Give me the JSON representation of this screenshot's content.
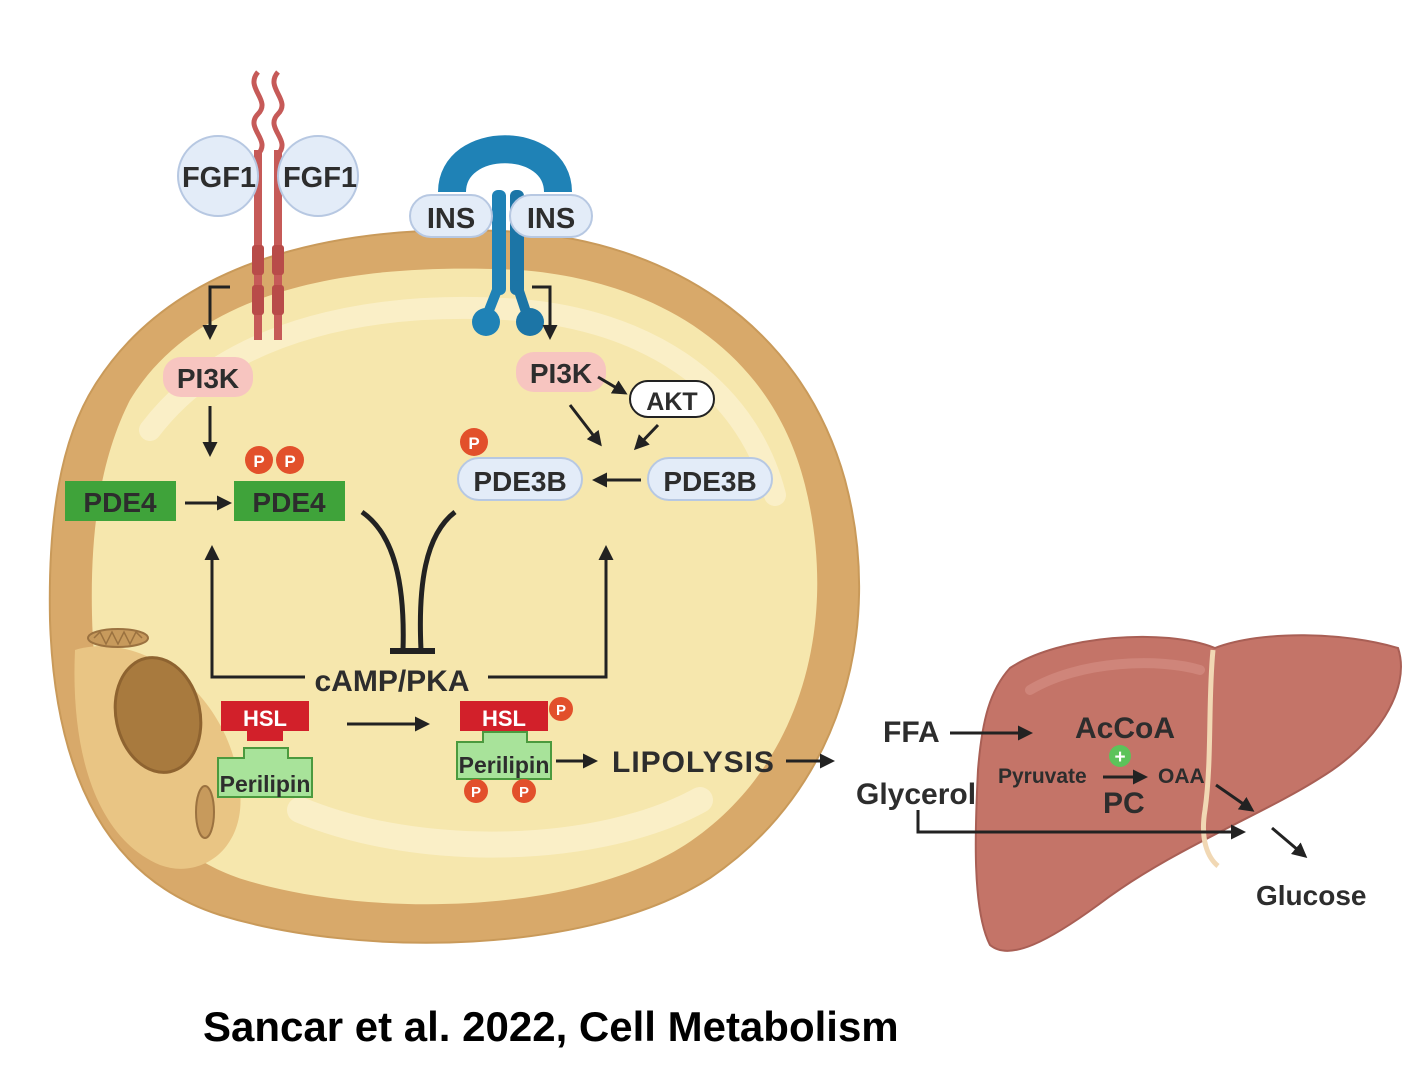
{
  "receptors": {
    "fgf1_left": "FGF1",
    "fgf1_right": "FGF1",
    "ins_left": "INS",
    "ins_right": "INS"
  },
  "cell": {
    "pi3k_left": "PI3K",
    "pi3k_right": "PI3K",
    "akt": "AKT",
    "pde4_inactive": "PDE4",
    "pde4_active": "PDE4",
    "pde3b_active": "PDE3B",
    "pde3b_inactive": "PDE3B",
    "phospho": "P",
    "camp_pka": "cAMP/PKA",
    "hsl_left": "HSL",
    "hsl_right": "HSL",
    "perilipin_left": "Perilipin",
    "perilipin_right": "Perilipin",
    "lipolysis": "LIPOLYSIS"
  },
  "liver": {
    "ffa": "FFA",
    "glycerol": "Glycerol",
    "accoa": "AcCoA",
    "plus": "+",
    "pyruvate": "Pyruvate",
    "oaa": "OAA",
    "pc": "PC",
    "glucose": "Glucose"
  },
  "caption": "Sancar et al. 2022, Cell Metabolism",
  "colors": {
    "cell_membrane": "#d8a96a",
    "cytoplasm": "#f6e7ad",
    "pde4_green": "#3fa33a",
    "perilipin_green": "#a8e39a",
    "hsl_red": "#d2202a",
    "phospho_orange": "#e2502b",
    "pi3k_pink": "#f7c5c0",
    "pde3b_blue": "#e3ecf8",
    "fgfr_red": "#c65a58",
    "insr_blue": "#1f82b6",
    "liver": "#c47468",
    "plus_green": "#5cc35a"
  }
}
